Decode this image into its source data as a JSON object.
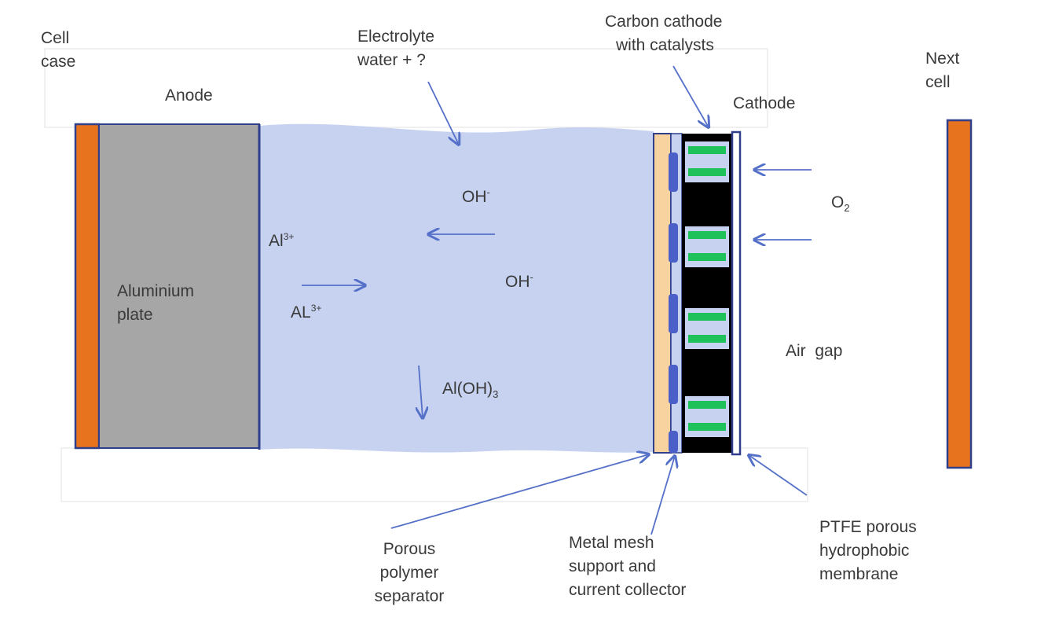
{
  "labels": {
    "cell_case": [
      "Cell",
      "case"
    ],
    "anode": "Anode",
    "electrolyte": [
      "Electrolyte",
      "water + ?"
    ],
    "carbon_cathode": [
      "Carbon cathode",
      "with catalysts"
    ],
    "cathode": "Cathode",
    "next_cell": [
      "Next",
      "cell"
    ],
    "aluminium_plate": [
      "Aluminium",
      "plate"
    ],
    "oh_upper": {
      "base": "OH",
      "sup": "-"
    },
    "oh_lower": {
      "base": "OH",
      "sup": "-"
    },
    "al_upper": {
      "base": "Al",
      "sup": "3+"
    },
    "al_lower": {
      "base": "AL",
      "sup": "3+"
    },
    "al_oh_3": {
      "base": "Al(OH)",
      "sub": "3"
    },
    "o2": {
      "base": "O",
      "sub": "2"
    },
    "air_gap": "Air  gap",
    "separator": [
      "Porous",
      "polymer",
      "separator"
    ],
    "metal_mesh": [
      "Metal mesh",
      "support and",
      "current collector"
    ],
    "ptfe": [
      "PTFE porous",
      "hydrophobic",
      "membrane"
    ]
  },
  "colors": {
    "case_orange": "#e8731f",
    "outline_blue": "#2f3f8a",
    "anode_gray": "#a6a6a6",
    "electrolyte_blue": "#c6d2f0",
    "separator_tan": "#f8d3a0",
    "mesh_blue": "#4a5fc8",
    "carbon_black": "#000000",
    "catalyst_green": "#1fc25a",
    "arrow_blue": "#5570c8",
    "text": "#3a3a3a"
  }
}
